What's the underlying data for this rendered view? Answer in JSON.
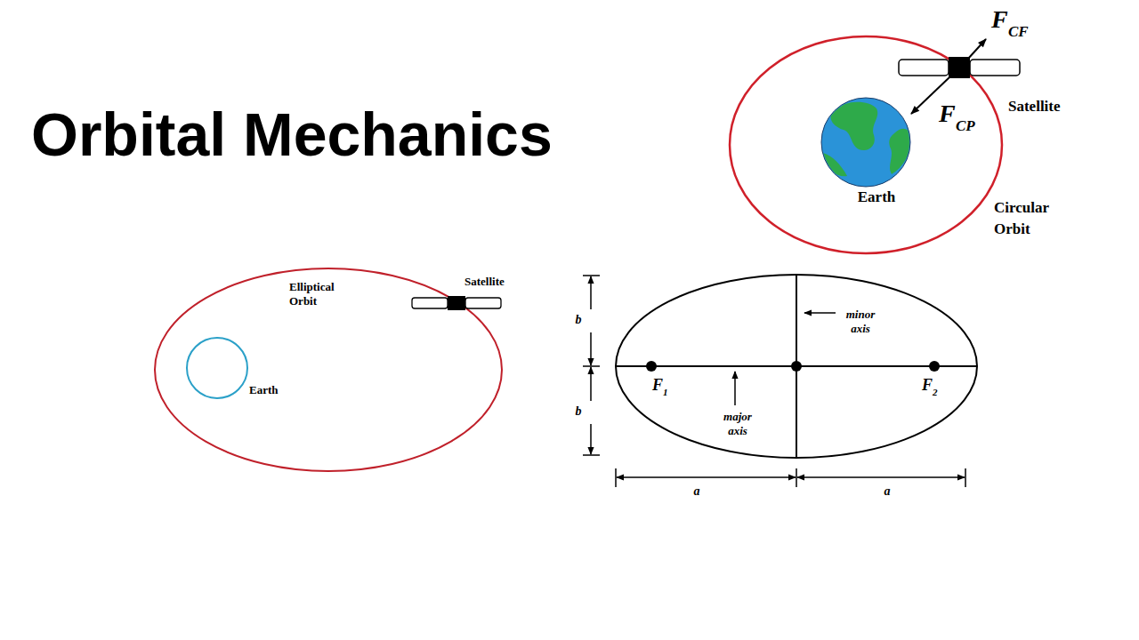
{
  "diagram": {
    "title": "Orbital Mechanics",
    "labels": [
      "F",
      "CF",
      "F",
      "CP",
      "Satellite",
      "Earth",
      "Circular Orbit",
      "Elliptical Orbit",
      "Satellite",
      "Earth",
      "b",
      "b",
      "minor axis",
      "major axis",
      "F",
      "1",
      "F",
      "2",
      "a",
      "a"
    ]
  }
}
